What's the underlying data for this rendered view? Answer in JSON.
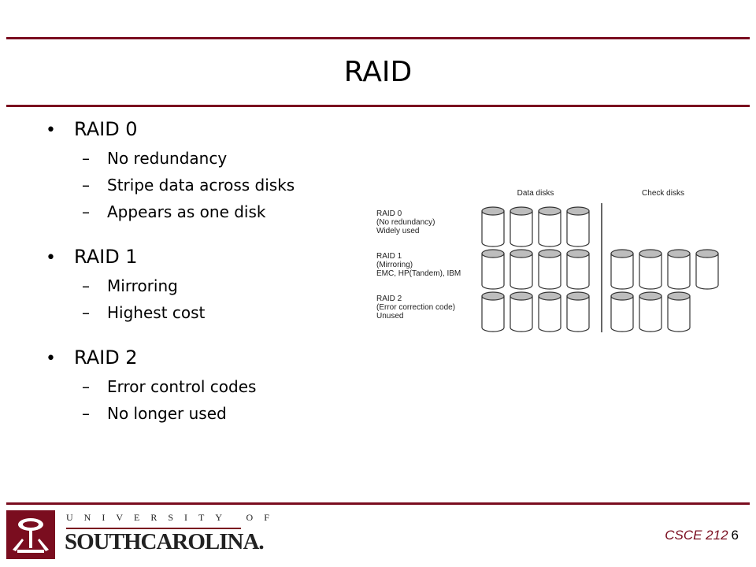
{
  "slide": {
    "title": "RAID",
    "bullets": [
      {
        "label": "RAID 0",
        "subs": [
          "No redundancy",
          "Stripe data across disks",
          "Appears as one disk"
        ]
      },
      {
        "label": "RAID 1",
        "subs": [
          "Mirroring",
          "Highest cost"
        ]
      },
      {
        "label": "RAID 2",
        "subs": [
          "Error control codes",
          "No longer used"
        ]
      }
    ],
    "bullet_glyph": "•",
    "sub_glyph": "–"
  },
  "figure": {
    "header_data": "Data disks",
    "header_check": "Check disks",
    "levels": [
      {
        "lines": [
          "RAID 0",
          "(No redundancy)",
          "Widely used"
        ],
        "data_disks": 4,
        "check_disks": 0
      },
      {
        "lines": [
          "RAID 1",
          "(Mirroring)",
          "EMC, HP(Tandem), IBM"
        ],
        "data_disks": 4,
        "check_disks": 4
      },
      {
        "lines": [
          "RAID 2",
          "(Error correction code)",
          "Unused"
        ],
        "data_disks": 4,
        "check_disks": 3
      }
    ]
  },
  "footer": {
    "university_top": "UNIVERSITY OF",
    "university_name": "SOUTHCAROLINA.",
    "course": "CSCE 212",
    "page": "6"
  },
  "colors": {
    "accent": "#7a0d1f",
    "text": "#000000"
  }
}
